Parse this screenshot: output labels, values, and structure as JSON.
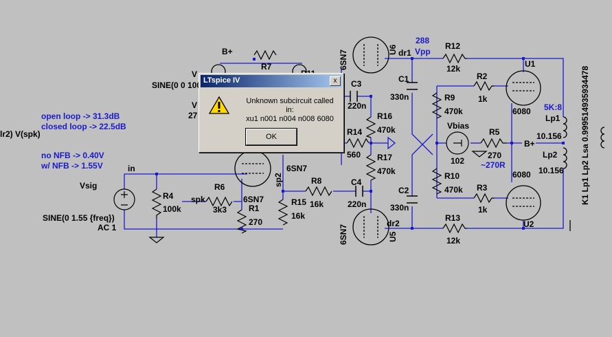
{
  "dialog": {
    "title": "LTspice IV",
    "close_label": "x",
    "message_line1": "Unknown subcircuit called in:",
    "message_line2": "xu1 n001 n004 n008 6080",
    "ok_label": "OK",
    "icon": "warning-icon"
  },
  "schematic": {
    "left_partial": "lr2) V(spk)",
    "open_loop": "open loop -> 31.3dB",
    "closed_loop": "closed loop -> 22.5dB",
    "no_nfb": "no NFB -> 0.40V",
    "w_nfb": "w/ NFB -> 1.55V",
    "sine_top": "SINE(0 0 100",
    "v_partial_top": "V",
    "v_partial_mid": "V",
    "num_27": "27",
    "bplus_top": "B+",
    "r7": "R7",
    "r11_partial": "R11",
    "in": "in",
    "vsig": "Vsig",
    "r4": "R4",
    "r4_val": "100k",
    "sine_bottom": "SINE(0 1.55 {freq})",
    "ac1": "AC 1",
    "r6": "R6",
    "spk": "spk",
    "r6_val": "3k3",
    "sn7_small": "6SN7",
    "r1": "R1",
    "r1_val": "270",
    "sp2": "sp2",
    "r8": "R8",
    "r8_val": "16k",
    "r15": "R15",
    "r15_val": "16k",
    "sn7_mid": "6SN7",
    "u6_tube": "6SN7",
    "u6": "U6",
    "u5_tube": "6SN7",
    "u5": "U5",
    "dr1": "dr1",
    "dr2": "dr2",
    "c3": "C3",
    "c3_val": "220n",
    "c4": "C4",
    "c4_val": "220n",
    "r16": "R16",
    "r16_val": "470k",
    "r14": "R14",
    "r14_val": "560",
    "r17": "R17",
    "r17_val": "470k",
    "c1": "C1",
    "c1_val": "330n",
    "c2": "C2",
    "c2_val": "330n",
    "v288": "288",
    "vpp": "Vpp",
    "r12": "R12",
    "r12_val": "12k",
    "r13": "R13",
    "r13_val": "12k",
    "r9": "R9",
    "r9_val": "470k",
    "r10": "R10",
    "r10_val": "470k",
    "vbias": "Vbias",
    "vbias_val": "102",
    "r5": "R5",
    "r5_val": "270",
    "r5_note": "~270R",
    "r2": "R2",
    "r2_val": "1k",
    "r3": "R3",
    "r3_val": "1k",
    "u1": "U1",
    "u1_val": "6080",
    "u2": "U2",
    "u2_val": "6080",
    "ratio": "5K:8",
    "lp1": "Lp1",
    "lp1_val": "10.156",
    "lp2": "Lp2",
    "lp2_val": "10.156",
    "bplus_right": "B+",
    "k1": "K1 Lp1 Lp2 Lsa 0.999514935934478"
  },
  "colors": {
    "background": "#c0c0c0",
    "wire": "#1a1acc",
    "component": "#000000",
    "label_blue": "#1a1acc"
  }
}
